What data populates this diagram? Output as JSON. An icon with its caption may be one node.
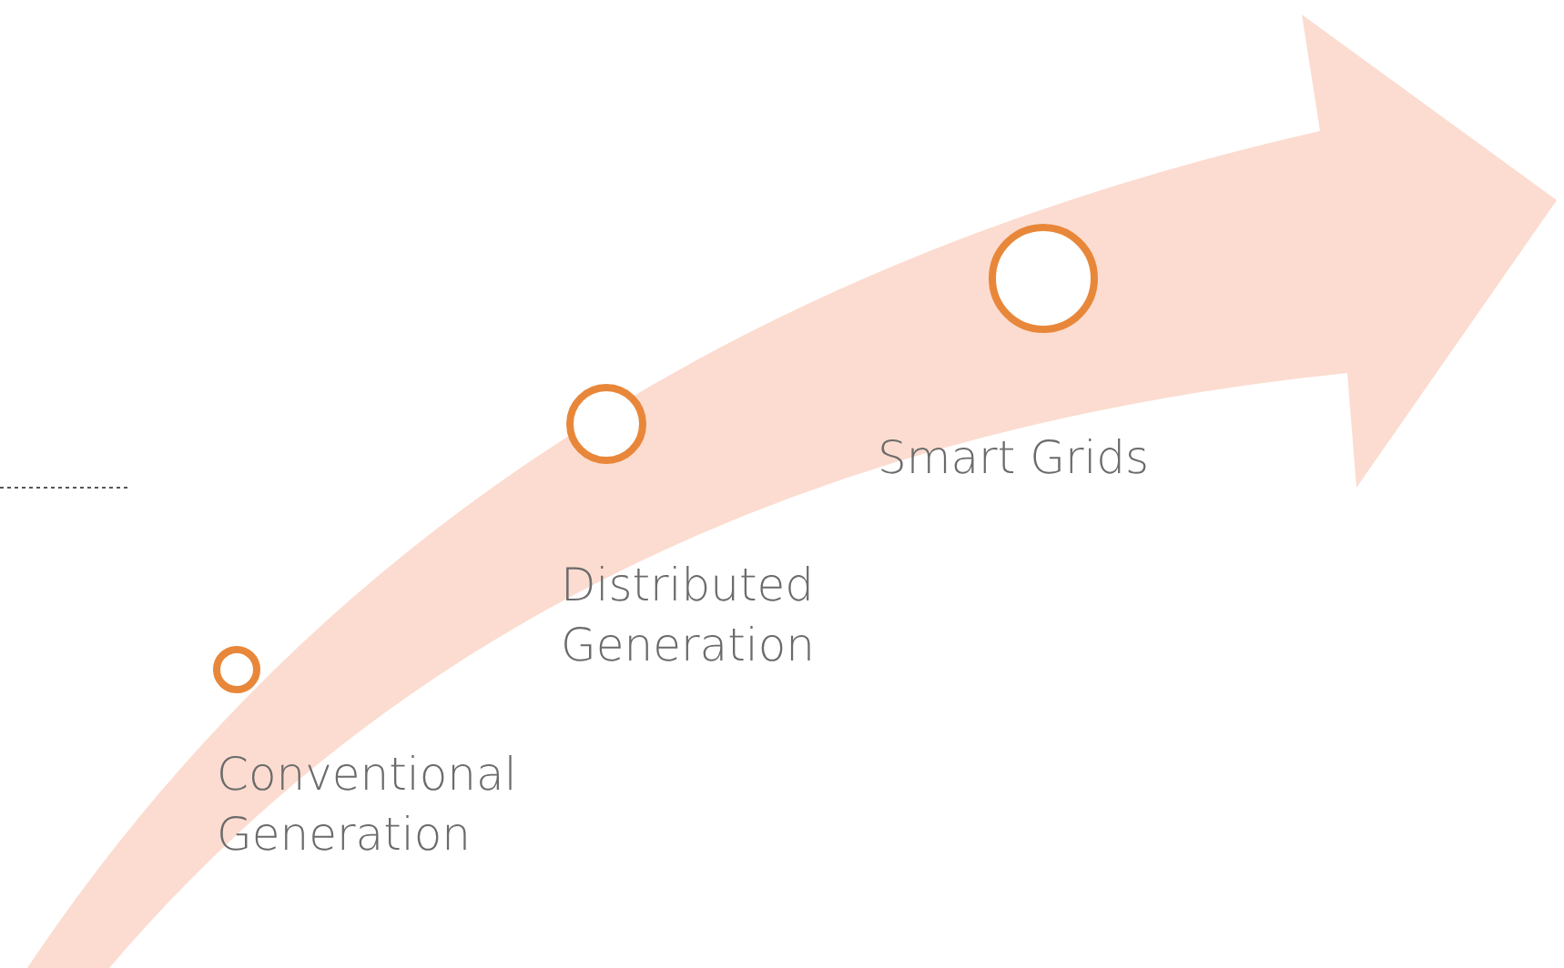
{
  "diagram": {
    "nodes": [
      {
        "text": [],
        "shape": "circle",
        "beside": [
          "Conventional Generation"
        ]
      },
      {
        "text": [],
        "shape": "circle",
        "beside": [
          "Distributed Generation"
        ]
      },
      {
        "text": [],
        "shape": "circle",
        "beside": [
          "Smart Grids"
        ]
      }
    ]
  }
}
